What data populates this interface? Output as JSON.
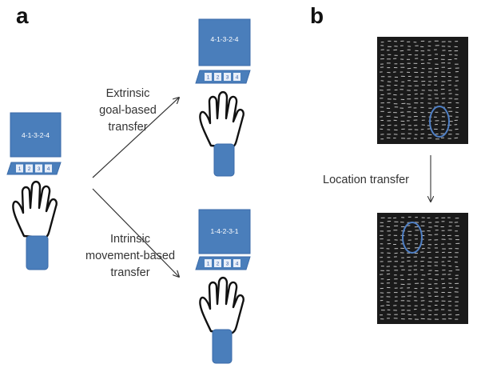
{
  "panels": {
    "a": "a",
    "b": "b"
  },
  "panel_a": {
    "left_computer": {
      "sequence": "4-1-3-2-4",
      "keys": [
        "1",
        "2",
        "3",
        "4"
      ]
    },
    "top_computer": {
      "sequence": "4-1-3-2-4",
      "keys": [
        "1",
        "2",
        "3",
        "4"
      ]
    },
    "bottom_computer": {
      "sequence": "1-4-2-3-1",
      "keys": [
        "1",
        "2",
        "3",
        "4"
      ]
    },
    "upper_label": [
      "Extrinsic",
      "goal-based",
      "transfer"
    ],
    "lower_label": [
      "Intrinsic",
      "movement-based",
      "transfer"
    ]
  },
  "panel_b": {
    "transfer_label": "Location transfer"
  },
  "colors": {
    "screen_fill": "#4a7ebb",
    "screen_stroke": "#3a6aa8",
    "sleeve": "#4a7ebb",
    "key_fill": "#e8eef8",
    "display_bg": "#1a1a1a",
    "display_dash": "#bfbfbf",
    "ellipse": "#4f7fc4"
  }
}
